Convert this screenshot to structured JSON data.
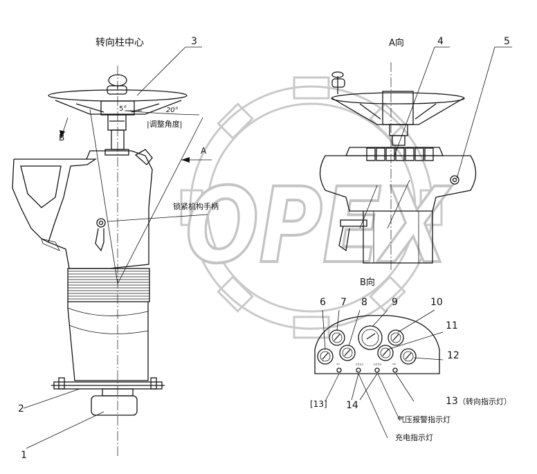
{
  "watermark": {
    "text": "OPEX"
  },
  "texts": {
    "steering_column_center": "转向柱中心",
    "view_a": "A向",
    "view_b": "B向",
    "arrow_a": "A",
    "arrow_b": "B",
    "angle_5": "5°",
    "angle_20": "20°",
    "adjust_angle": "|调整角度|",
    "lock_handle": "锁紧机构手柄",
    "turn_indicator": "（转向指示灯）",
    "air_pressure_alarm": "气压报警指示灯",
    "charge_indicator": "充电指示灯"
  },
  "callouts": {
    "n1": "1",
    "n2": "2",
    "n3": "3",
    "n4": "4",
    "n5": "5",
    "n6": "6",
    "n7": "7",
    "n8": "8",
    "n9": "9",
    "n10": "10",
    "n11": "11",
    "n12": "12",
    "n13a": "13",
    "n13b": "[13]",
    "n14": "14"
  },
  "colors": {
    "line": "#111111",
    "watermark": "#c9c9c9"
  }
}
